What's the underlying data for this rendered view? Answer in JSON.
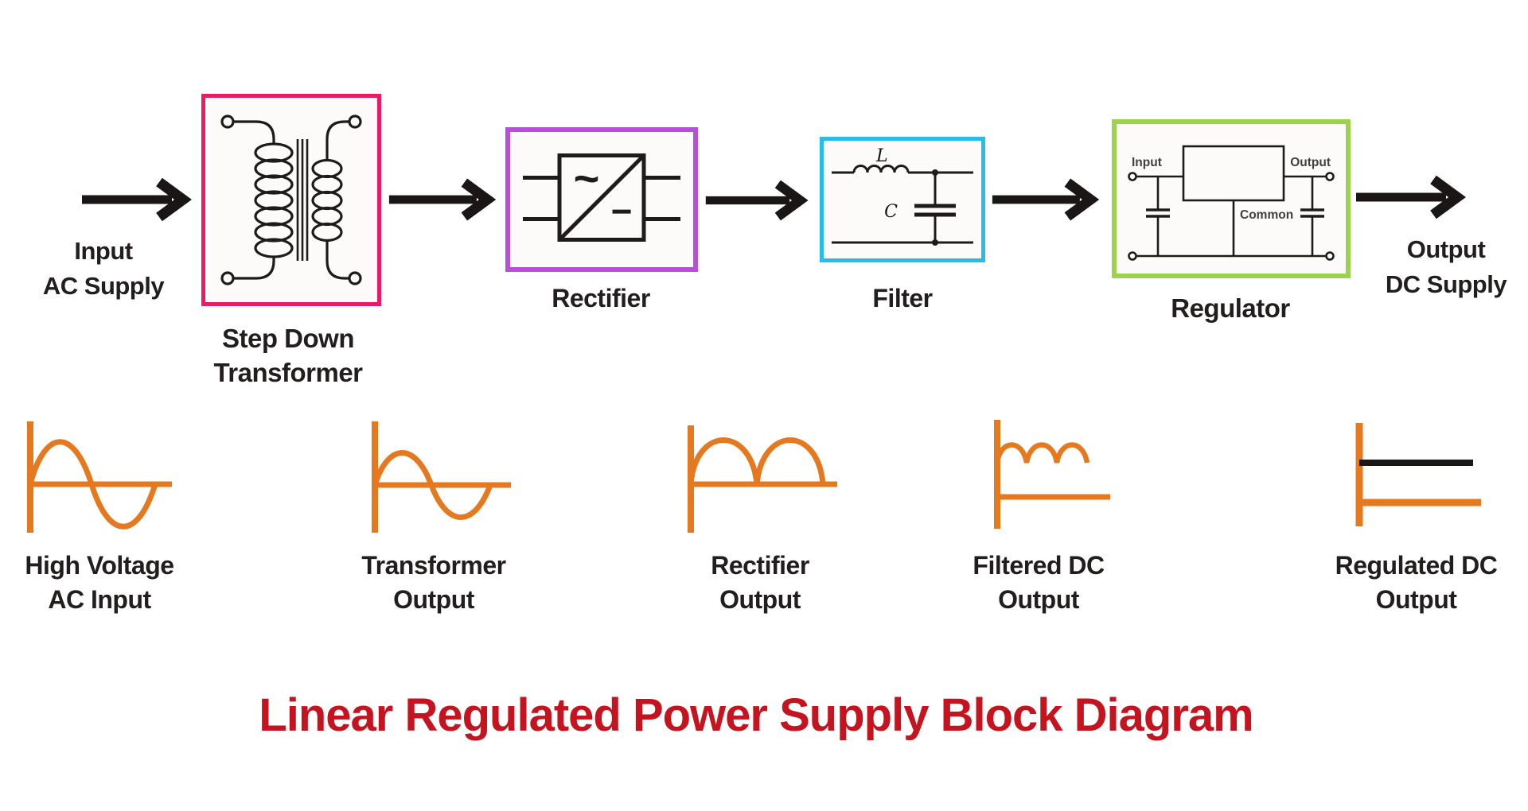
{
  "title": "Linear Regulated Power Supply Block Diagram",
  "flow": {
    "source_label": {
      "line1": "Input",
      "line2": "AC Supply"
    },
    "sink_label": {
      "line1": "Output",
      "line2": "DC Supply"
    },
    "transformer": {
      "label_line1": "Step Down",
      "label_line2": "Transformer"
    },
    "rectifier": {
      "label": "Rectifier",
      "ac_marker": "~",
      "dc_marker": "−"
    },
    "filter": {
      "label": "Filter",
      "inductor_label": "L",
      "capacitor_label": "C"
    },
    "regulator": {
      "label": "Regulator",
      "pin_input": "Input",
      "pin_output": "Output",
      "pin_common": "Common"
    }
  },
  "waveforms": [
    {
      "label_line1": "High Voltage",
      "label_line2": "AC Input",
      "shape": "sine-large"
    },
    {
      "label_line1": "Transformer",
      "label_line2": "Output",
      "shape": "sine-small"
    },
    {
      "label_line1": "Rectifier",
      "label_line2": "Output",
      "shape": "full-wave-rectified"
    },
    {
      "label_line1": "Filtered DC",
      "label_line2": "Output",
      "shape": "ripple-dc"
    },
    {
      "label_line1": "Regulated DC",
      "label_line2": "Output",
      "shape": "flat-dc"
    }
  ],
  "colors": {
    "transformer_border": "#EB1A62",
    "rectifier_border": "#B650D8",
    "filter_border": "#26BDE9",
    "regulator_border": "#9CD34D",
    "waveform_orange": "#E5791F",
    "dc_line_black": "#1B1717",
    "title_red": "#C31420",
    "arrow_black": "#1A1616",
    "text_black": "#221E1E"
  }
}
